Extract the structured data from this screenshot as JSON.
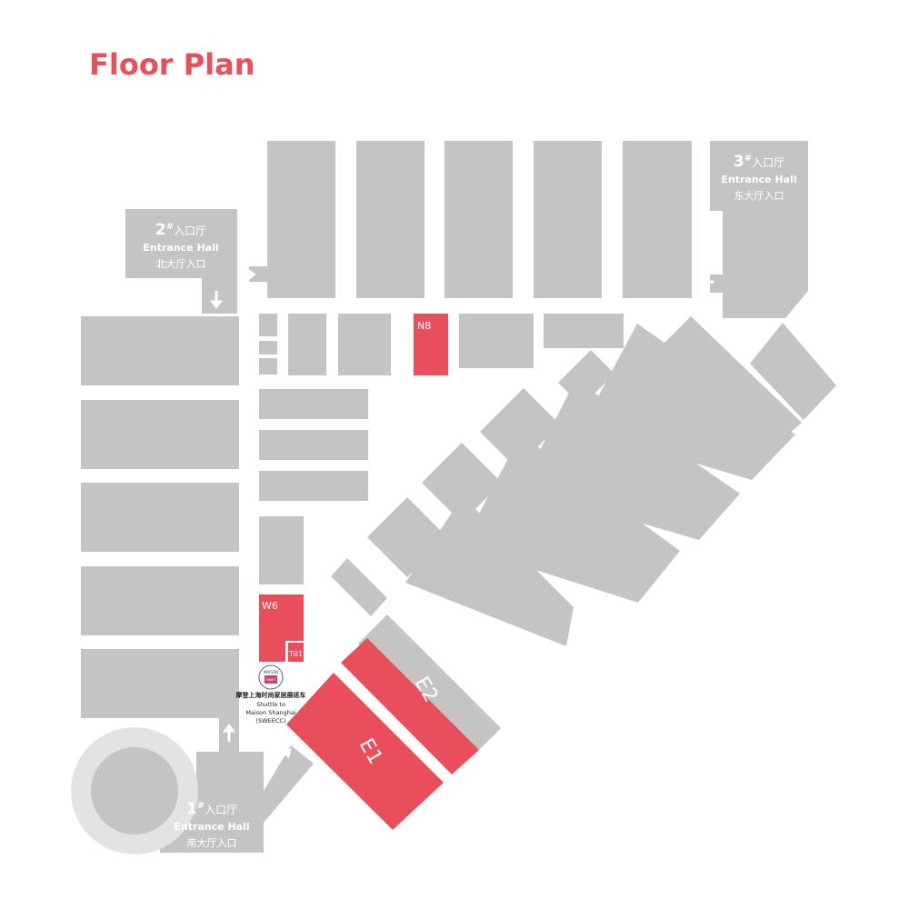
{
  "title": "Floor Plan",
  "colors": {
    "hall": "#c4c4c4",
    "highlight": "#e94f5b",
    "title": "#e94f5b",
    "hall_text": "#ffffff",
    "arrow": "#ffffff",
    "hub_outer": "#e3e3e3",
    "hub_inner": "#c4c4c4"
  },
  "entrances": {
    "e1": {
      "number": "1",
      "sup": "#",
      "cn_name": "入口厅",
      "en": "Entrance Hall",
      "cn": "南大厅入口"
    },
    "e2": {
      "number": "2",
      "sup": "#",
      "cn_name": "入口厅",
      "en": "Entrance Hall",
      "cn": "北大厅入口"
    },
    "e3": {
      "number": "3",
      "sup": "#",
      "cn_name": "入口厅",
      "en": "Entrance Hall",
      "cn": "东大厅入口"
    }
  },
  "highlighted_halls": {
    "n8": "N8",
    "w6": "W6",
    "t01": "T01",
    "e1": "E1",
    "e2": "E2"
  },
  "shuttle": {
    "logo_top": "MAISON",
    "logo_bottom": "OBJET",
    "cn": "摩登上海时尚家居展班车",
    "line1": "Shuttle to",
    "line2": "Maison Shanghai",
    "line3": "(SWEECC)"
  }
}
